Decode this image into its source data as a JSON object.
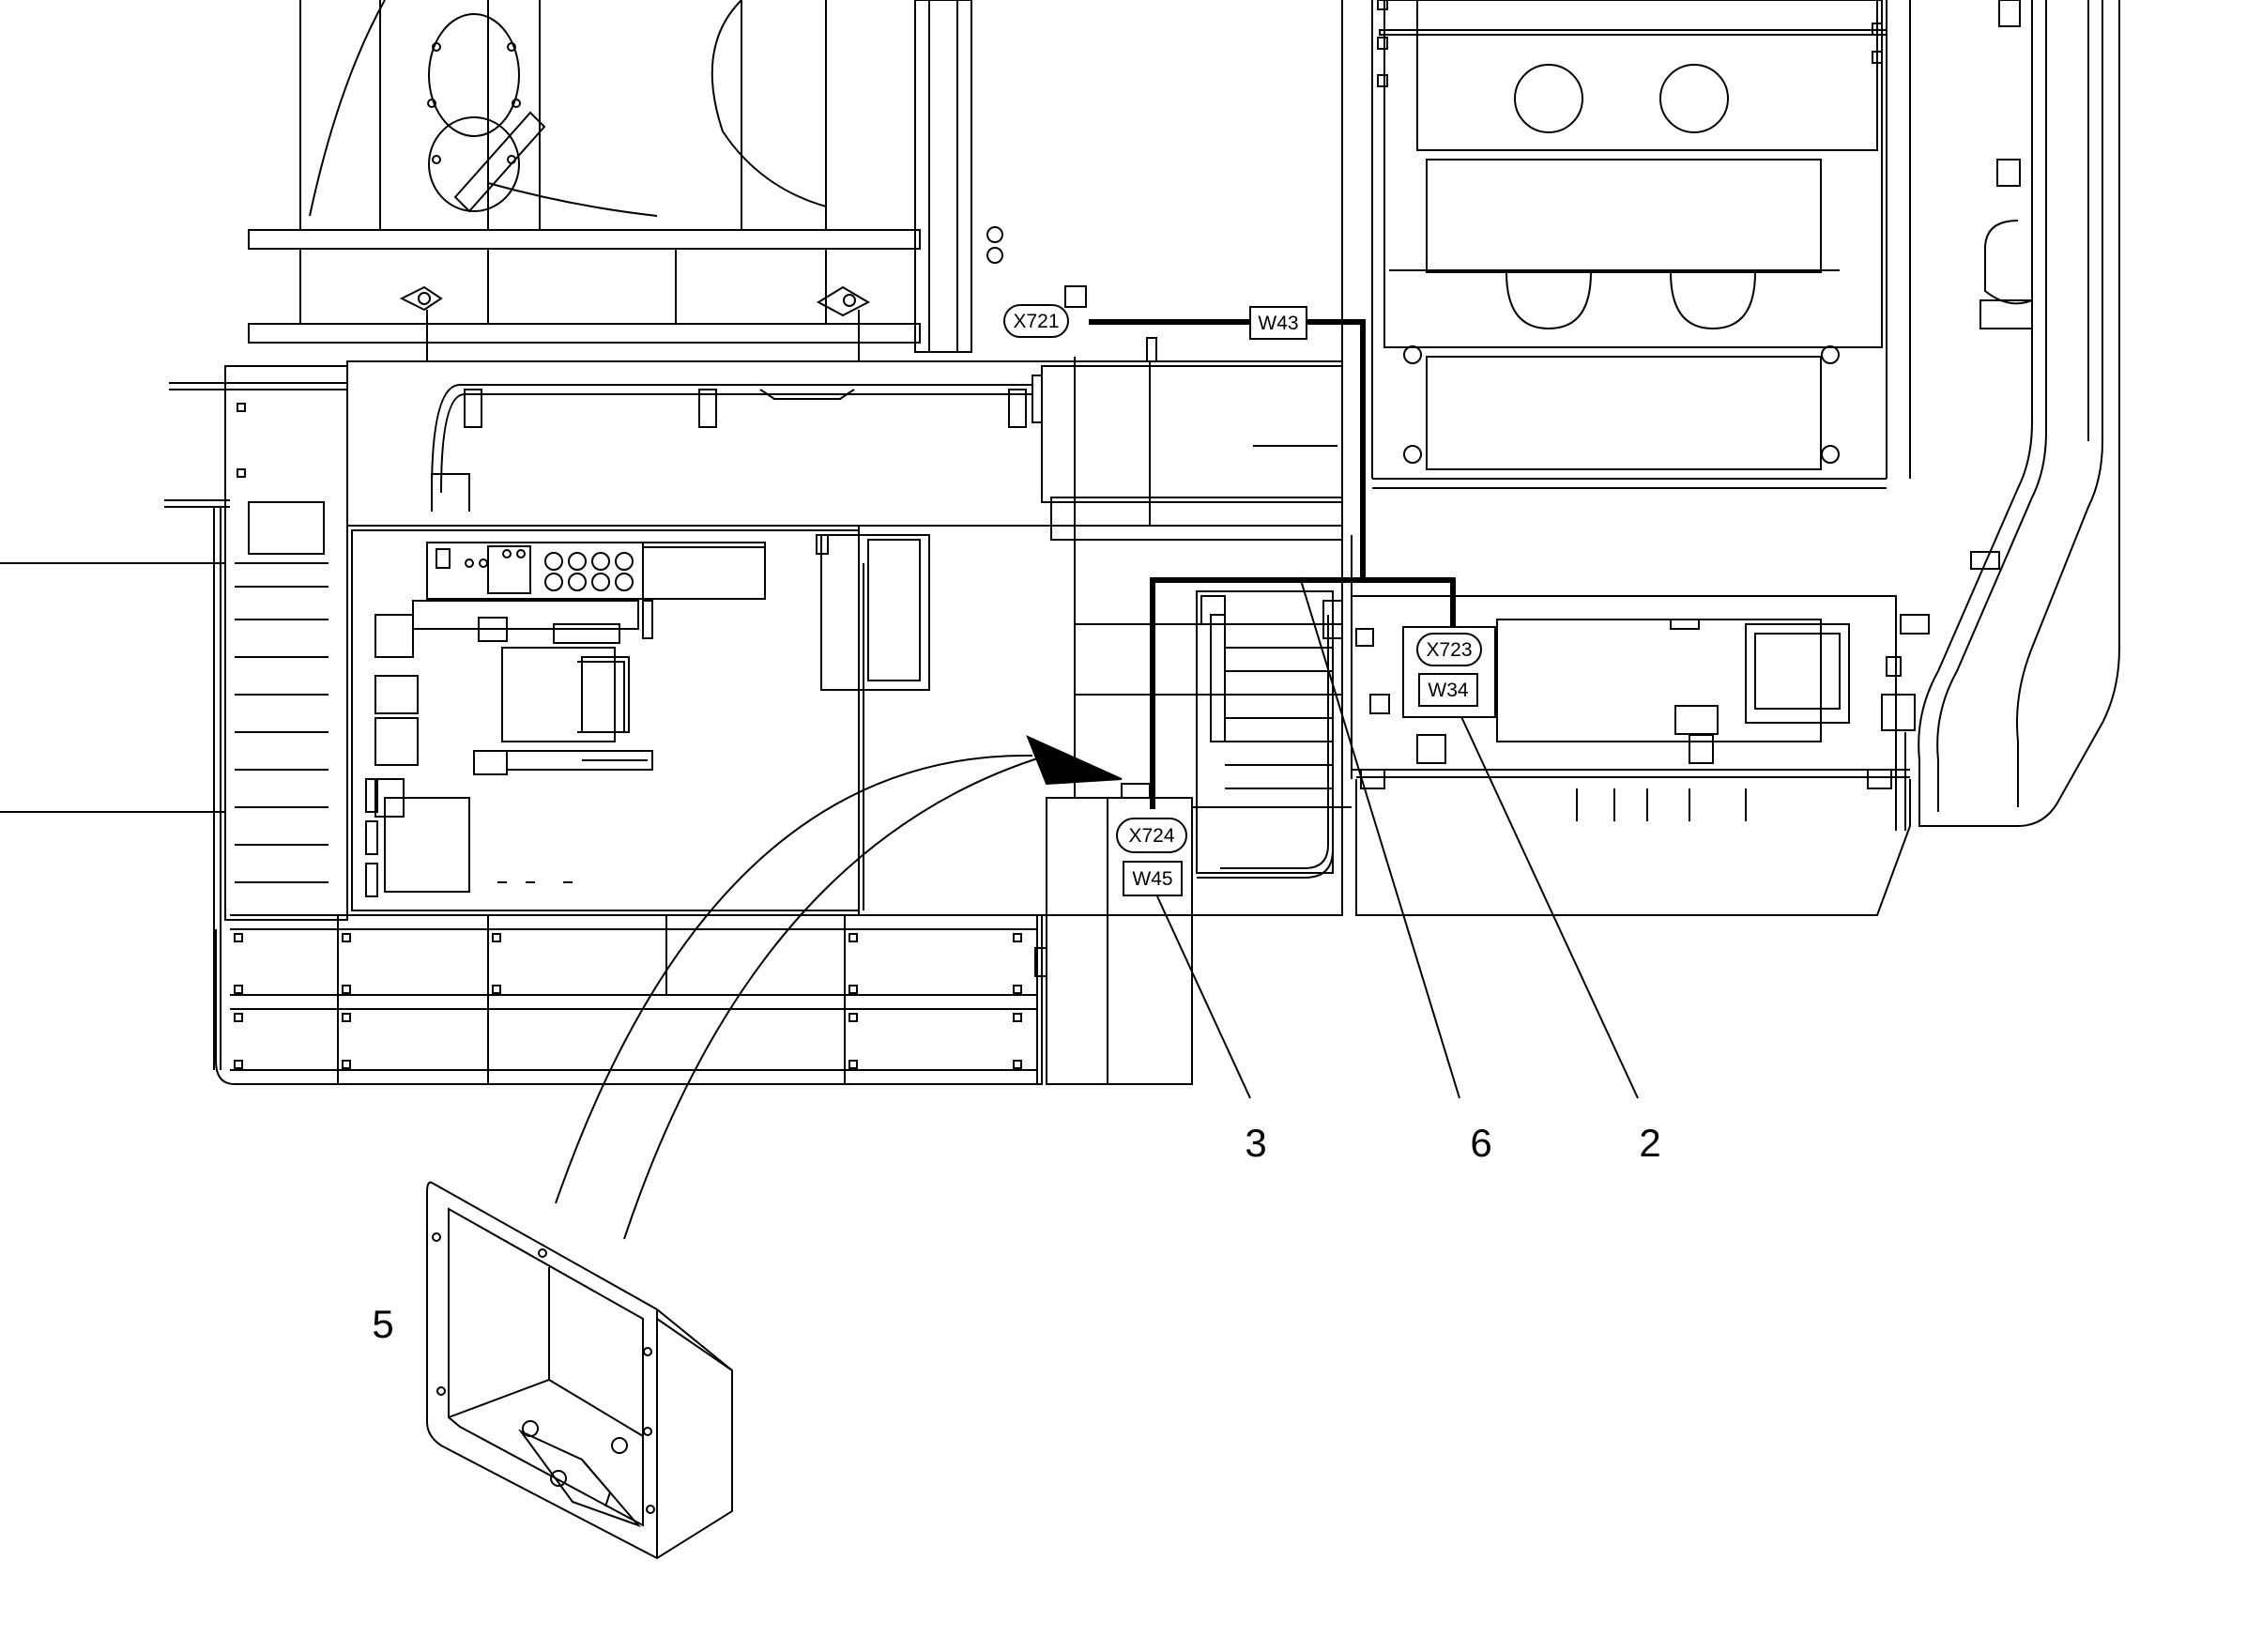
{
  "connectors": [
    {
      "id": "X721",
      "label": "X721"
    },
    {
      "id": "X723",
      "label": "X723"
    },
    {
      "id": "X724",
      "label": "X724"
    }
  ],
  "harnesses": [
    {
      "id": "W43",
      "label": "W43"
    },
    {
      "id": "W34",
      "label": "W34"
    },
    {
      "id": "W45",
      "label": "W45"
    }
  ],
  "callouts": [
    {
      "id": "c2",
      "label": "2"
    },
    {
      "id": "c3",
      "label": "3"
    },
    {
      "id": "c5",
      "label": "5"
    },
    {
      "id": "c6",
      "label": "6"
    }
  ]
}
